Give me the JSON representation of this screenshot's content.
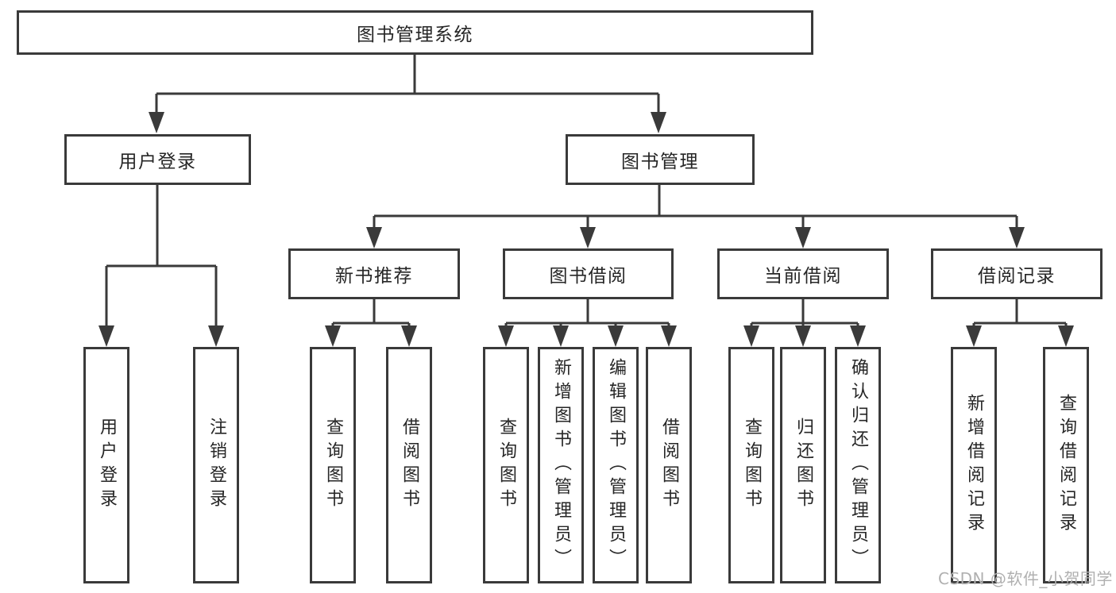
{
  "tree": {
    "root": {
      "label": "图书管理系统",
      "children": [
        {
          "label": "用户登录",
          "children": [
            {
              "label": "用户登录"
            },
            {
              "label": "注销登录"
            }
          ]
        },
        {
          "label": "图书管理",
          "children": [
            {
              "label": "新书推荐",
              "children": [
                {
                  "label": "查询图书"
                },
                {
                  "label": "借阅图书"
                }
              ]
            },
            {
              "label": "图书借阅",
              "children": [
                {
                  "label": "查询图书"
                },
                {
                  "label": "新增图书（管理员）"
                },
                {
                  "label": "编辑图书（管理员）"
                },
                {
                  "label": "借阅图书"
                }
              ]
            },
            {
              "label": "当前借阅",
              "children": [
                {
                  "label": "查询图书"
                },
                {
                  "label": "归还图书"
                },
                {
                  "label": "确认归还（管理员）"
                }
              ]
            },
            {
              "label": "借阅记录",
              "children": [
                {
                  "label": "新增借阅记录"
                },
                {
                  "label": "查询借阅记录"
                }
              ]
            }
          ]
        }
      ]
    }
  },
  "watermark": {
    "text": "CSDN @软件_小贺同学"
  },
  "colors": {
    "line": "#3a3a3a",
    "text": "#262626",
    "background": "#ffffff",
    "watermark": "#b0b0b0"
  }
}
